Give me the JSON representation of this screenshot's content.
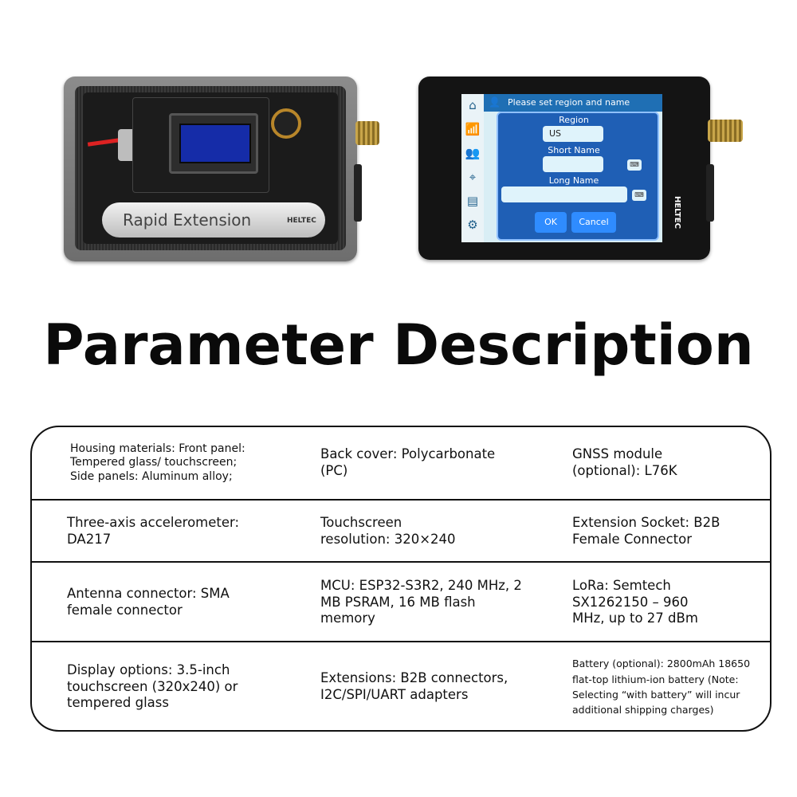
{
  "device_left": {
    "battery_label": "Rapid Extension",
    "brand": "HELTEC"
  },
  "device_right": {
    "brand": "HELTEC",
    "screen": {
      "header": "Please set region and name",
      "sidebar_icons": [
        "home-icon",
        "radio-tower-icon",
        "contacts-icon",
        "location-icon",
        "map-icon",
        "gear-icon"
      ],
      "region_label": "Region",
      "region_value": "US",
      "short_name_label": "Short Name",
      "long_name_label": "Long Name",
      "ok_label": "OK",
      "cancel_label": "Cancel"
    }
  },
  "title": "Parameter Description",
  "table": {
    "rows": [
      [
        "Housing materials: Front panel: Tempered glass/ touchscreen; Side panels: Aluminum alloy;",
        "Back cover: Polycarbonate (PC)",
        "GNSS module (optional): L76K"
      ],
      [
        "Three-axis accelerometer: DA217",
        "Touchscreen resolution: 320×240",
        "Extension Socket: B2B Female Connector"
      ],
      [
        "Antenna connector: SMA female connector",
        "MCU: ESP32-S3R2, 240 MHz, 2 MB PSRAM, 16 MB flash memory",
        "LoRa: Semtech SX1262150 – 960 MHz, up to 27 dBm"
      ],
      [
        "Display options: 3.5-inch touchscreen (320x240) or tempered glass",
        "Extensions: B2B connectors, I2C/SPI/UART adapters",
        "Battery (optional): 2800mAh 18650 flat-top lithium-ion battery (Note: Selecting “with battery” will incur additional shipping charges)"
      ]
    ]
  }
}
